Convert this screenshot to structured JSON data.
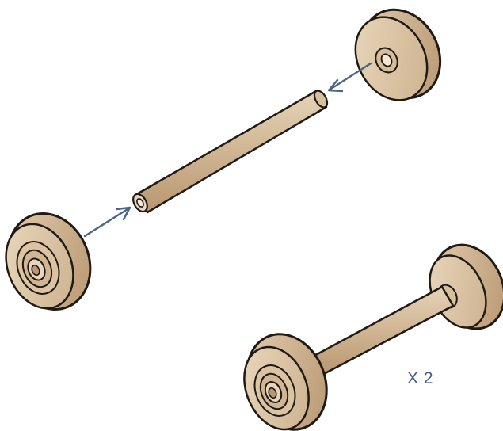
{
  "diagram": {
    "quantity_label": "X 2",
    "parts": {
      "wheel": "wheel",
      "axle": "axle",
      "assembled_axle": "assembled-axle"
    },
    "colors": {
      "wood_face": "#dcc4a5",
      "wood_rim": "#c9ab86",
      "wood_dark": "#a98660",
      "outline": "#1f1a16",
      "arrow": "#4a6585",
      "label": "#3f5f88",
      "background": "#ffffff"
    }
  }
}
